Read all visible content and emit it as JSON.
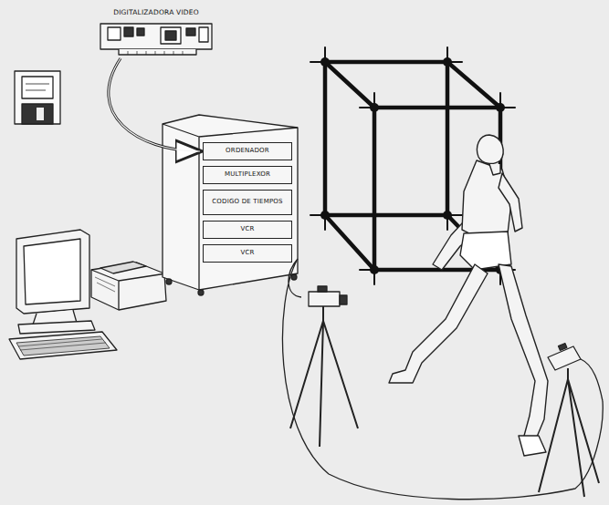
{
  "diagram": {
    "nodes": [
      {
        "text": [
          "DIGITALIZADORA VIDEO"
        ]
      },
      {
        "text": [
          "ORDENADOR"
        ]
      },
      {
        "text": [
          "MULTIPLEXOR"
        ]
      },
      {
        "text": [
          "CODIGO DE TIEMPOS"
        ]
      },
      {
        "text": [
          "VCR"
        ]
      },
      {
        "text": [
          "VCR"
        ]
      }
    ],
    "edges": [
      {
        "from": 0,
        "to": 1,
        "arrow": "to"
      }
    ]
  }
}
